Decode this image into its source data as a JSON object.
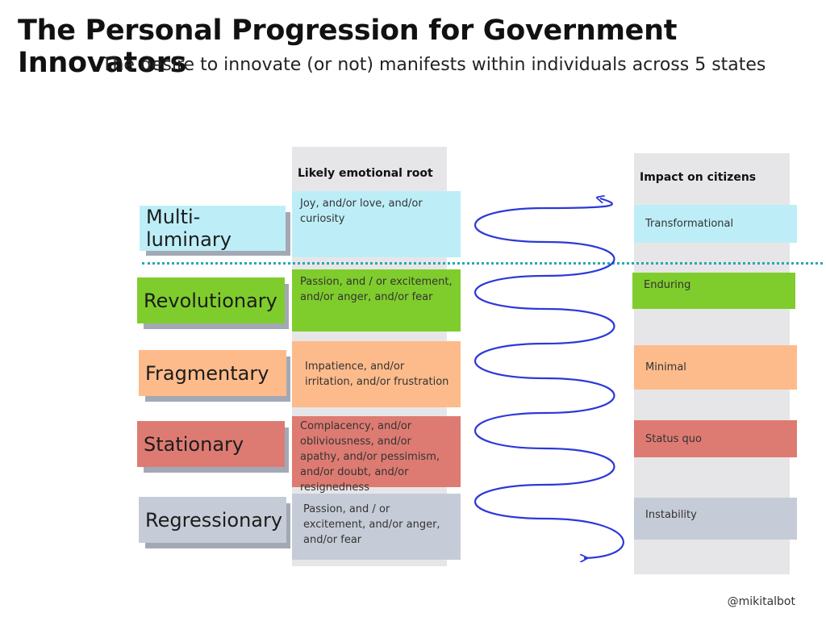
{
  "title": "The Personal Progression for Government Innovators",
  "subtitle": "The desire to innovate (or not) manifests within individuals across 5 states",
  "emotional_root_header": "Likely emotional root",
  "impact_header": "Impact on citizens",
  "handle": "@mikitalbot",
  "colors": {
    "multi_luminary": "#bdeef8",
    "revolutionary": "#7fcd2c",
    "fragmentary": "#fdbb8b",
    "stationary": "#dd7b72",
    "regressionary": "#c6ccd7",
    "spiral": "#2c39d8",
    "divider": "#2aa7b0"
  },
  "states": [
    {
      "label": "Multi-luminary",
      "emotion": "Joy, and/or love, and/or curiosity",
      "impact": "Transformational"
    },
    {
      "label": "Revolutionary",
      "emotion": "Passion, and / or excitement, and/or anger, and/or fear",
      "impact": "Enduring"
    },
    {
      "label": "Fragmentary",
      "emotion": "Impatience, and/or irritation, and/or frustration",
      "impact": "Minimal"
    },
    {
      "label": "Stationary",
      "emotion": "Complacency, and/or obliviousness, and/or apathy, and/or pessimism, and/or doubt, and/or resignedness",
      "impact": "Status quo"
    },
    {
      "label": "Regressionary",
      "emotion": "Passion, and / or excitement, and/or anger, and/or fear",
      "impact": "Instability"
    }
  ]
}
